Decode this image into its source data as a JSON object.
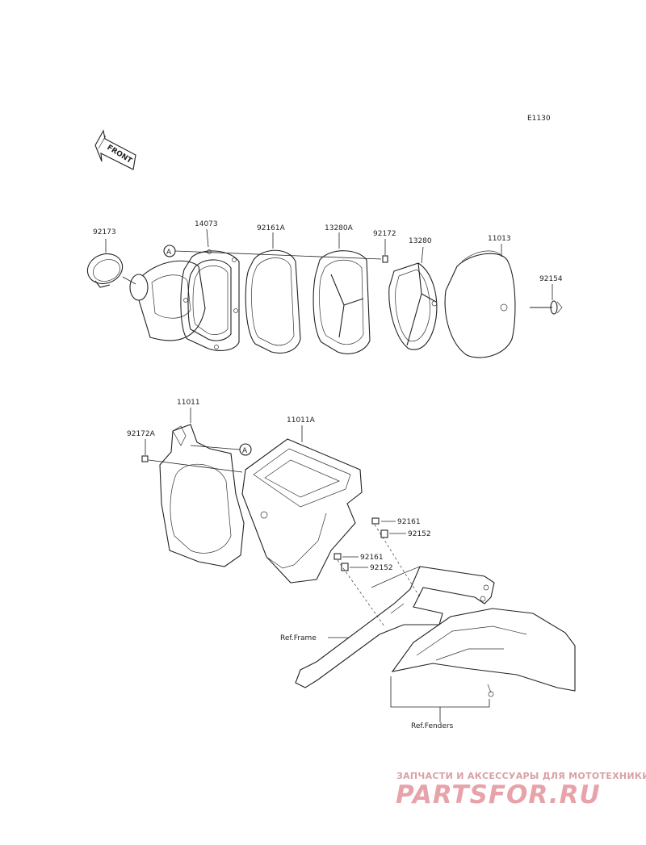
{
  "diagram_code": "E1130",
  "front_arrow_text": "FRONT",
  "callout_a": "A",
  "parts": {
    "p92173": "92173",
    "p14073": "14073",
    "p92161A": "92161A",
    "p13280A": "13280A",
    "p92172": "92172",
    "p13280": "13280",
    "p11013": "11013",
    "p92154": "92154",
    "p11011": "11011",
    "p92172A": "92172A",
    "p11011A": "11011A",
    "p92161_a": "92161",
    "p92152_a": "92152",
    "p92161_b": "92161",
    "p92152_b": "92152"
  },
  "refs": {
    "frame": "Ref.Frame",
    "fenders": "Ref.Fenders"
  },
  "watermark": {
    "subtitle": "ЗАПЧАСТИ И АКСЕССУАРЫ ДЛЯ МОТОТЕХНИКИ",
    "brand": "PARTSFOR.RU"
  }
}
